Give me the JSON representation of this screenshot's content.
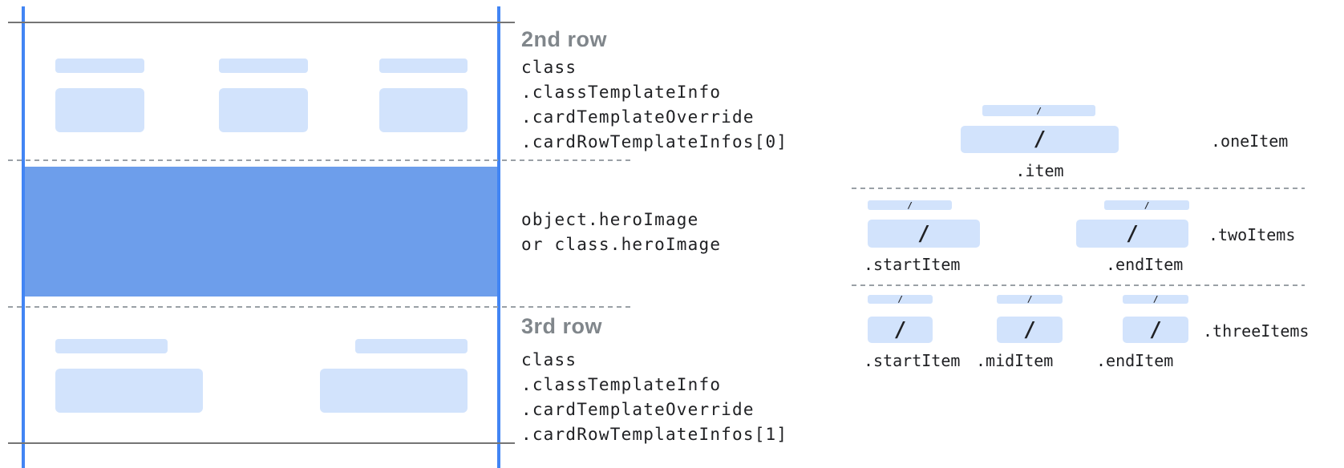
{
  "colors": {
    "guide_blue": "#4285f4",
    "hero_blue": "#6d9eeb",
    "chip_blue": "#d2e3fc",
    "line_gray": "#757575",
    "dash_gray": "#9aa0a6",
    "heading_gray": "#80868b",
    "code_dark": "#202124"
  },
  "left_panel": {
    "row2": {
      "heading": "2nd row",
      "code": [
        "class",
        ".classTemplateInfo",
        ".cardTemplateOverride",
        ".cardRowTemplateInfos[0]"
      ]
    },
    "hero": {
      "code": [
        "object.heroImage",
        "or class.heroImage"
      ]
    },
    "row3": {
      "heading": "3rd row",
      "code": [
        "class",
        ".classTemplateInfo",
        ".cardTemplateOverride",
        ".cardRowTemplateInfos[1]"
      ]
    }
  },
  "right_panel": {
    "slash": "/",
    "one_item": {
      "layout_label": ".oneItem",
      "item_label": ".item"
    },
    "two_items": {
      "layout_label": ".twoItems",
      "start_label": ".startItem",
      "end_label": ".endItem"
    },
    "three_items": {
      "layout_label": ".threeItems",
      "start_label": ".startItem",
      "mid_label": ".midItem",
      "end_label": ".endItem"
    }
  }
}
